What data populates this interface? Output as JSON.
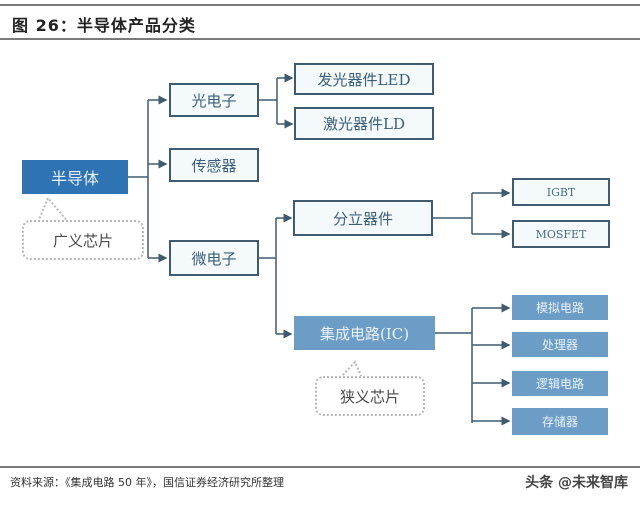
{
  "figure": {
    "title": "图 26：半导体产品分类",
    "source": "资料来源：《集成电路 50 年》，国信证券经济研究所整理",
    "watermark": "头条 @未来智库"
  },
  "diagram": {
    "root": {
      "label": "半导体",
      "callout": "广义芯片"
    },
    "level1": [
      {
        "label": "光电子",
        "children": [
          "发光器件LED",
          "激光器件LD"
        ]
      },
      {
        "label": "传感器",
        "children": []
      },
      {
        "label": "微电子",
        "children": [
          "分立器件",
          "集成电路(IC)"
        ]
      }
    ],
    "discrete": {
      "label": "分立器件",
      "children": [
        "IGBT",
        "MOSFET"
      ]
    },
    "ic": {
      "label": "集成电路(IC)",
      "callout": "狭义芯片",
      "children": [
        "模拟电路",
        "处理器",
        "逻辑电路",
        "存储器"
      ]
    },
    "colors": {
      "root_fill": "#2e74b5",
      "ic_fill": "#6c9dc6",
      "border": "#3f5b6f",
      "line": "#3f5b6f"
    }
  }
}
